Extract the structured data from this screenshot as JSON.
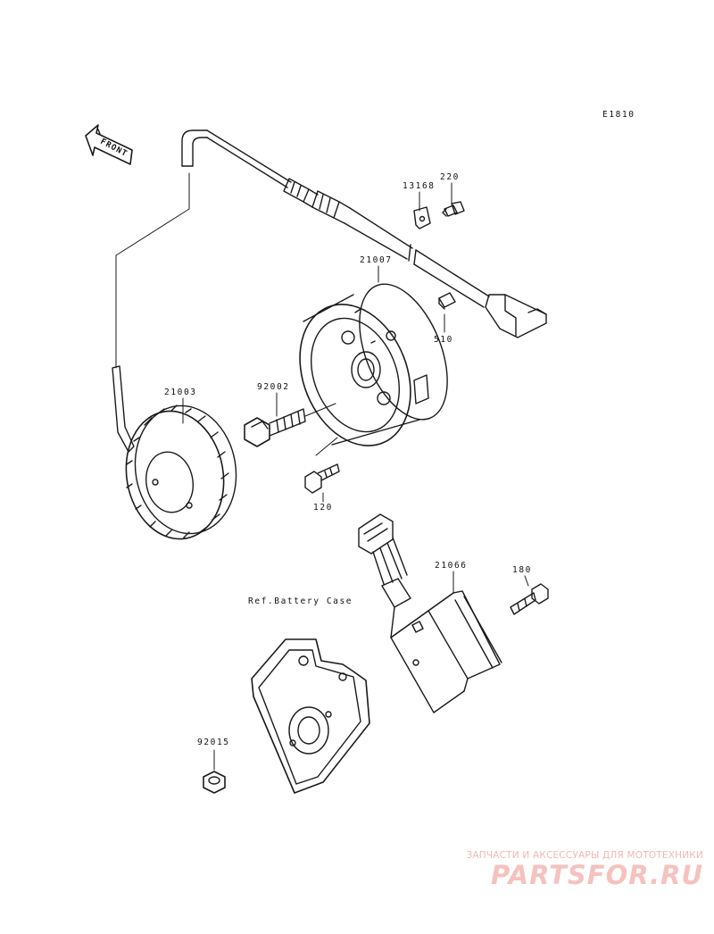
{
  "diagram_code": "E1810",
  "front_label": "FRONT",
  "reference_label": "Ref.Battery Case",
  "parts": [
    {
      "id": "13168"
    },
    {
      "id": "220"
    },
    {
      "id": "21007"
    },
    {
      "id": "510"
    },
    {
      "id": "21003"
    },
    {
      "id": "92002"
    },
    {
      "id": "120"
    },
    {
      "id": "21066"
    },
    {
      "id": "180"
    },
    {
      "id": "92015"
    }
  ],
  "watermark": {
    "tagline": "ЗАПЧАСТИ И АКСЕССУАРЫ ДЛЯ МОТОТЕХНИКИ",
    "logo": "PARTSFOR.RU"
  },
  "colors": {
    "line": "#1a1a1a",
    "watermark": "#f2b8b4"
  }
}
